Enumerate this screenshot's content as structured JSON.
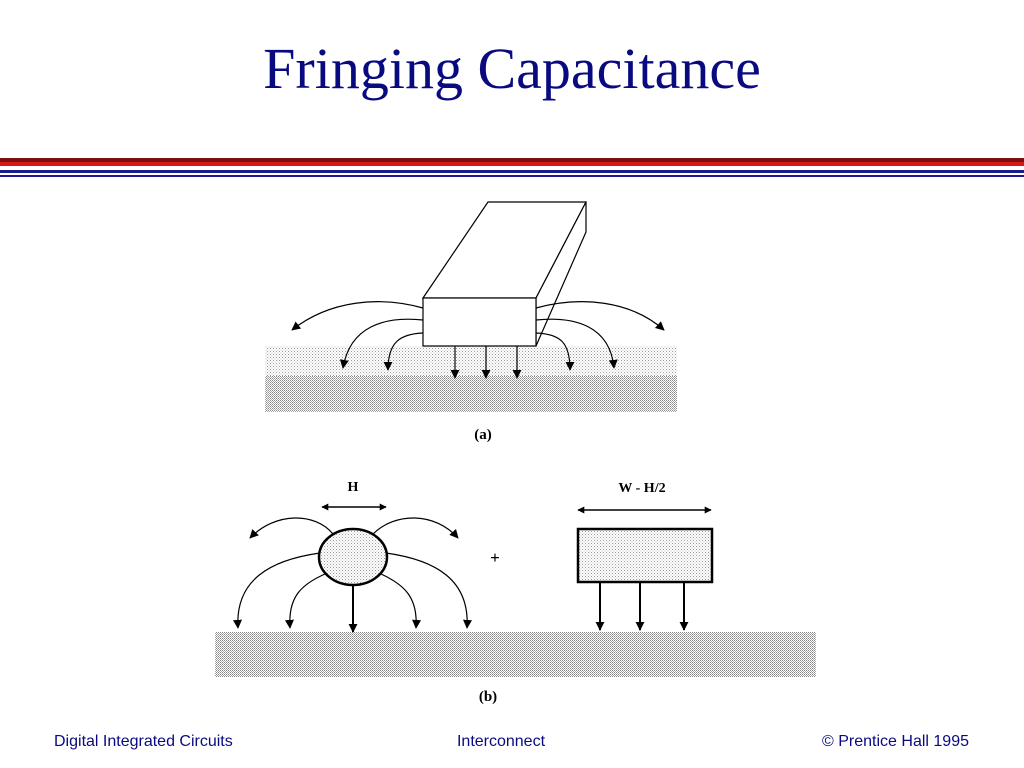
{
  "slide": {
    "title": "Fringing Capacitance"
  },
  "diagram": {
    "caption_a": "(a)",
    "caption_b": "(b)",
    "label_h": "H",
    "label_w": "W - H/2",
    "plus": "+"
  },
  "footer": {
    "left": "Digital Integrated Circuits",
    "center": "Interconnect",
    "right": "© Prentice Hall 1995"
  },
  "colors": {
    "title": "#0a0a80",
    "rule_dark_red": "#7a1010",
    "rule_red": "#d81818",
    "rule_blue": "#1a1a8c"
  }
}
